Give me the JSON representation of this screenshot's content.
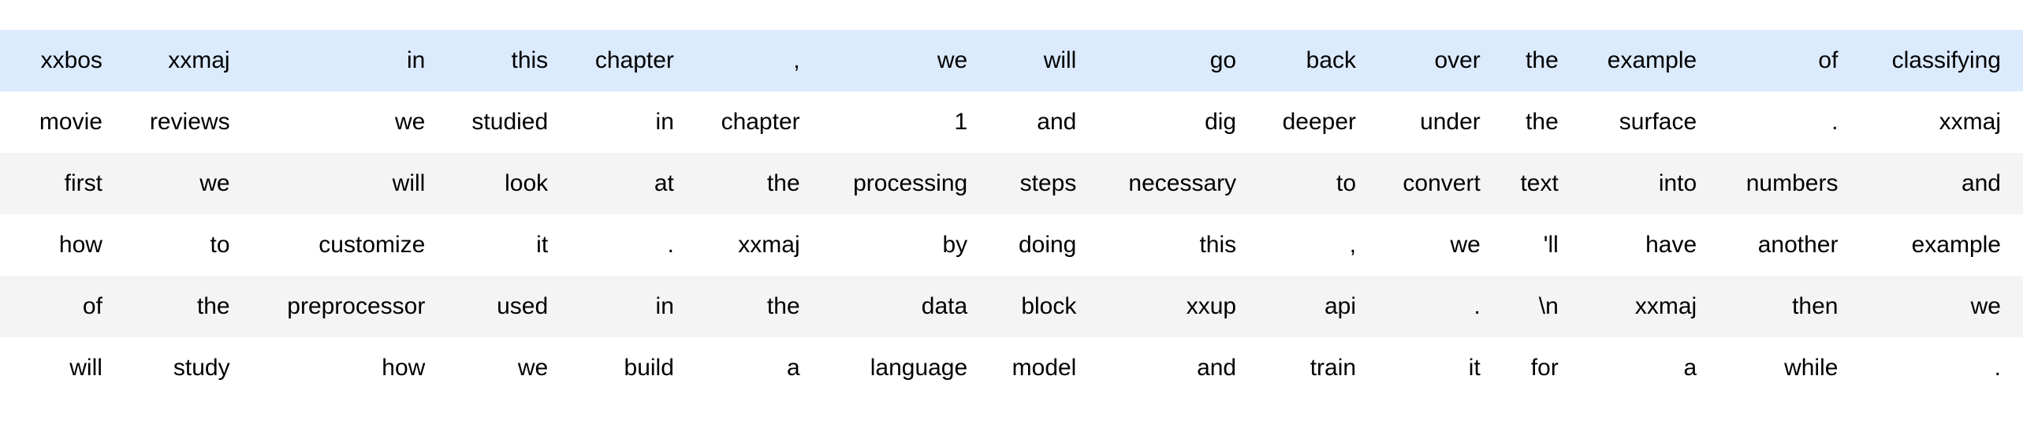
{
  "table": {
    "kind": "dataframe-tokens",
    "column_count": 15,
    "row_count": 6,
    "colors": {
      "highlight_row_bg": "#dbeafc",
      "stripe_row_bg": "#f4f4f4",
      "plain_row_bg": "#ffffff",
      "text": "#000000",
      "page_bg": "#ffffff"
    },
    "rows": [
      {
        "style": "highlight",
        "cells": [
          "xxbos",
          "xxmaj",
          "in",
          "this",
          "chapter",
          ",",
          "we",
          "will",
          "go",
          "back",
          "over",
          "the",
          "example",
          "of",
          "classifying"
        ]
      },
      {
        "style": "plain",
        "cells": [
          "movie",
          "reviews",
          "we",
          "studied",
          "in",
          "chapter",
          "1",
          "and",
          "dig",
          "deeper",
          "under",
          "the",
          "surface",
          ".",
          "xxmaj"
        ]
      },
      {
        "style": "stripe",
        "cells": [
          "first",
          "we",
          "will",
          "look",
          "at",
          "the",
          "processing",
          "steps",
          "necessary",
          "to",
          "convert",
          "text",
          "into",
          "numbers",
          "and"
        ]
      },
      {
        "style": "plain",
        "cells": [
          "how",
          "to",
          "customize",
          "it",
          ".",
          "xxmaj",
          "by",
          "doing",
          "this",
          ",",
          "we",
          "'ll",
          "have",
          "another",
          "example"
        ]
      },
      {
        "style": "stripe",
        "cells": [
          "of",
          "the",
          "preprocessor",
          "used",
          "in",
          "the",
          "data",
          "block",
          "xxup",
          "api",
          ".",
          "\\n",
          "xxmaj",
          "then",
          "we"
        ]
      },
      {
        "style": "plain",
        "cells": [
          "will",
          "study",
          "how",
          "we",
          "build",
          "a",
          "language",
          "model",
          "and",
          "train",
          "it",
          "for",
          "a",
          "while",
          "."
        ]
      }
    ]
  }
}
